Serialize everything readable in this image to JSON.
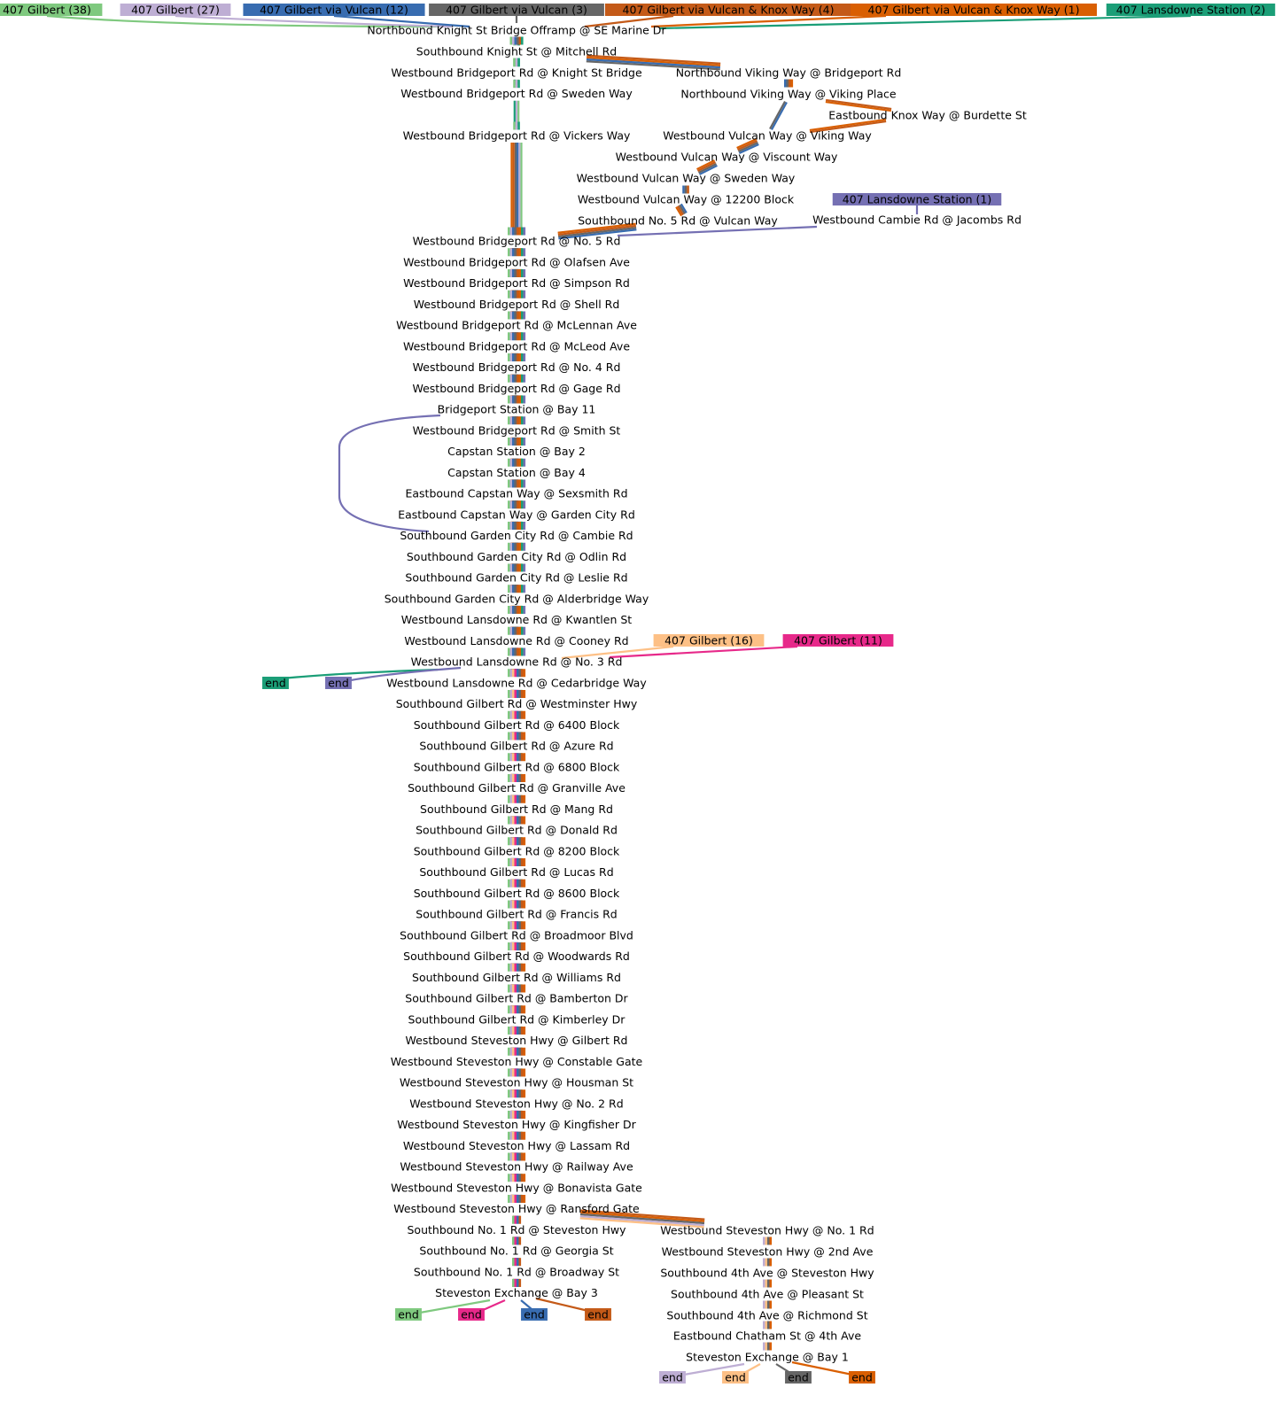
{
  "route_badges": [
    {
      "text": "407 Gilbert (38)",
      "color": "#7fc97f"
    },
    {
      "text": "407 Gilbert (27)",
      "color": "#beaed4"
    },
    {
      "text": "407 Gilbert via Vulcan (12)",
      "color": "#386cb0"
    },
    {
      "text": "407 Gilbert via Vulcan (3)",
      "color": "#666666"
    },
    {
      "text": "407 Gilbert via Vulcan & Knox Way (4)",
      "color": "#c45a18"
    },
    {
      "text": "407 Gilbert via Vulcan & Knox Way (1)",
      "color": "#d95f02"
    },
    {
      "text": "407 Lansdowne Station (2)",
      "color": "#1b9e77"
    },
    {
      "text": "407 Lansdowne Station (1)",
      "color": "#7570b3"
    },
    {
      "text": "407 Gilbert (16)",
      "color": "#fdc086"
    },
    {
      "text": "407 Gilbert (11)",
      "color": "#e7298a"
    }
  ],
  "main_stops": [
    "Northbound Knight St Bridge Offramp @ SE Marine Dr",
    "Southbound Knight St @ Mitchell Rd",
    "Westbound Bridgeport Rd @ Knight St Bridge",
    "Westbound Bridgeport Rd @ Sweden Way",
    "Westbound Bridgeport Rd @ Vickers Way",
    "Westbound Bridgeport Rd @ No. 5 Rd",
    "Westbound Bridgeport Rd @ Olafsen Ave",
    "Westbound Bridgeport Rd @ Simpson Rd",
    "Westbound Bridgeport Rd @ Shell Rd",
    "Westbound Bridgeport Rd @ McLennan Ave",
    "Westbound Bridgeport Rd @ McLeod Ave",
    "Westbound Bridgeport Rd @ No. 4 Rd",
    "Westbound Bridgeport Rd @ Gage Rd",
    "Bridgeport Station @ Bay 11",
    "Westbound Bridgeport Rd @ Smith St",
    "Capstan Station @ Bay 2",
    "Capstan Station @ Bay 4",
    "Eastbound Capstan Way @ Sexsmith Rd",
    "Eastbound Capstan Way @ Garden City Rd",
    "Southbound Garden City Rd @ Cambie Rd",
    "Southbound Garden City Rd @ Odlin Rd",
    "Southbound Garden City Rd @ Leslie Rd",
    "Southbound Garden City Rd @ Alderbridge Way",
    "Westbound Lansdowne Rd @ Kwantlen St",
    "Westbound Lansdowne Rd @ Cooney Rd",
    "Westbound Lansdowne Rd @ No. 3 Rd",
    "Westbound Lansdowne Rd @ Cedarbridge Way",
    "Southbound Gilbert Rd @ Westminster Hwy",
    "Southbound Gilbert Rd @ 6400 Block",
    "Southbound Gilbert Rd @ Azure Rd",
    "Southbound Gilbert Rd @ 6800 Block",
    "Southbound Gilbert Rd @ Granville Ave",
    "Southbound Gilbert Rd @ Mang Rd",
    "Southbound Gilbert Rd @ Donald Rd",
    "Southbound Gilbert Rd @ 8200 Block",
    "Southbound Gilbert Rd @ Lucas Rd",
    "Southbound Gilbert Rd @ 8600 Block",
    "Southbound Gilbert Rd @ Francis Rd",
    "Southbound Gilbert Rd @ Broadmoor Blvd",
    "Southbound Gilbert Rd @ Woodwards Rd",
    "Southbound Gilbert Rd @ Williams Rd",
    "Southbound Gilbert Rd @ Bamberton Dr",
    "Southbound Gilbert Rd @ Kimberley Dr",
    "Westbound Steveston Hwy @ Gilbert Rd",
    "Westbound Steveston Hwy @ Constable Gate",
    "Westbound Steveston Hwy @ Housman St",
    "Westbound Steveston Hwy @ No. 2 Rd",
    "Westbound Steveston Hwy @ Kingfisher Dr",
    "Westbound Steveston Hwy @ Lassam Rd",
    "Westbound Steveston Hwy @ Railway Ave",
    "Westbound Steveston Hwy @ Bonavista Gate",
    "Westbound Steveston Hwy @ Ransford Gate",
    "Southbound No. 1 Rd @ Steveston Hwy",
    "Southbound No. 1 Rd @ Georgia St",
    "Southbound No. 1 Rd @ Broadway St",
    "Steveston Exchange @ Bay 3"
  ],
  "vulcan_stops": [
    "Northbound Viking Way @ Bridgeport Rd",
    "Northbound Viking Way @ Viking Place",
    "Eastbound Knox Way @ Burdette St",
    "Westbound Vulcan Way @ Viking Way",
    "Westbound Vulcan Way @ Viscount Way",
    "Westbound Vulcan Way @ Sweden Way",
    "Westbound Vulcan Way @ 12200 Block",
    "Southbound No. 5 Rd @ Vulcan Way"
  ],
  "cambie_stop": "Westbound Cambie Rd @ Jacombs Rd",
  "south_stops": [
    "Westbound Steveston Hwy @ No. 1 Rd",
    "Westbound Steveston Hwy @ 2nd Ave",
    "Southbound 4th Ave @ Steveston Hwy",
    "Southbound 4th Ave @ Pleasant St",
    "Southbound 4th Ave @ Richmond St",
    "Eastbound Chatham St @ 4th Ave",
    "Steveston Exchange @ Bay 1"
  ],
  "end_label": "end"
}
